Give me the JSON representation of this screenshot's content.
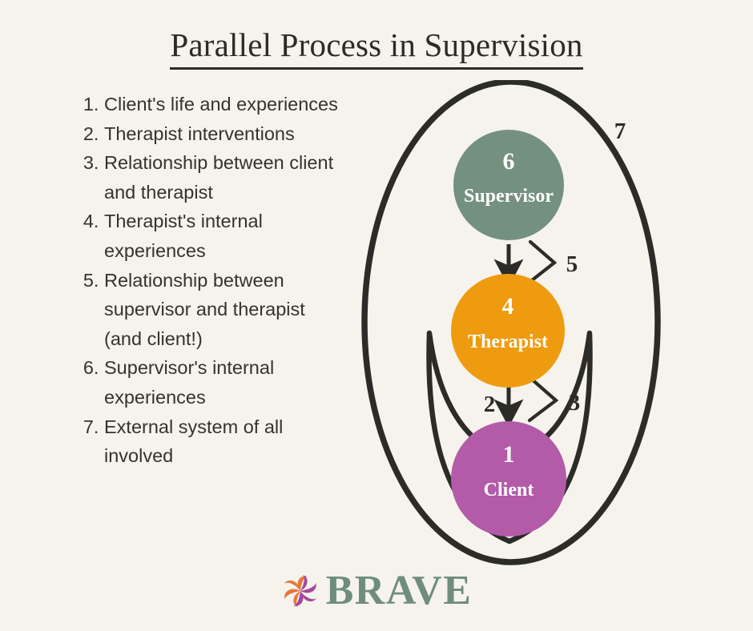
{
  "page": {
    "title": "Parallel Process in Supervision",
    "background_color": "#f5f3ec",
    "text_color": "#33332f"
  },
  "list": {
    "items": [
      {
        "number": "1.",
        "text": "Client's life and experiences"
      },
      {
        "number": "2.",
        "text": "Therapist interventions"
      },
      {
        "number": "3.",
        "text": "Relationship between client and therapist"
      },
      {
        "number": "4.",
        "text": "Therapist's internal experiences"
      },
      {
        "number": "5.",
        "text": "Relationship between supervisor and therapist (and client!)"
      },
      {
        "number": "6.",
        "text": "Supervisor's internal experiences"
      },
      {
        "number": "7.",
        "text": "External system of all involved"
      }
    ]
  },
  "diagram": {
    "nodes": [
      {
        "id": "supervisor",
        "number": "6",
        "name": "Supervisor",
        "color": "#74907f"
      },
      {
        "id": "therapist",
        "number": "4",
        "name": "Therapist",
        "color": "#ee9b10"
      },
      {
        "id": "client",
        "number": "1",
        "name": "Client",
        "color": "#b35aa8"
      }
    ],
    "edge_labels": [
      {
        "id": "supervisor-therapist-relationship",
        "number": "5"
      },
      {
        "id": "therapist-client-arrow",
        "number": "2"
      },
      {
        "id": "therapist-client-relationship",
        "number": "3"
      },
      {
        "id": "external-system",
        "number": "7"
      }
    ],
    "stroke_color": "#2b2b28"
  },
  "logo": {
    "wordmark": "BRAVE",
    "text_color": "#6f8d7c",
    "mark_colors": {
      "orange": "#e8763a",
      "purple": "#a4489c"
    }
  }
}
